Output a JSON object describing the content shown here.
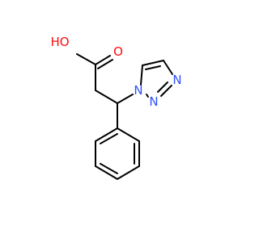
{
  "molecule": {
    "colors": {
      "bond": "#000000",
      "oxygen": "#ff0d0d",
      "nitrogen": "#3050f8",
      "background": "#ffffff"
    },
    "atoms": {
      "hydroxyl": {
        "text": "HO",
        "element": "O"
      },
      "carbonyl_oxygen": {
        "text": "O",
        "element": "O"
      },
      "triazole_n1": {
        "text": "N",
        "element": "N"
      },
      "triazole_n2": {
        "text": "N",
        "element": "N"
      },
      "triazole_n3": {
        "text": "N",
        "element": "N"
      }
    }
  }
}
